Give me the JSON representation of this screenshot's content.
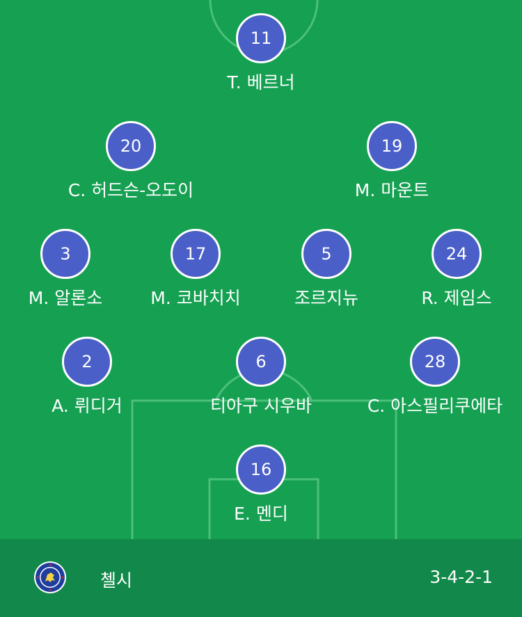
{
  "colors": {
    "pitch": "#15a052",
    "footer": "#12894a",
    "player_circle": "#4a5fc7",
    "line": "#4cc07a"
  },
  "team": {
    "name": "첼시",
    "formation": "3-4-2-1",
    "crest_icon": "chelsea-crest-icon"
  },
  "players": [
    {
      "number": "11",
      "name": "T. 베르너"
    },
    {
      "number": "20",
      "name": "C. 허드슨-오도이"
    },
    {
      "number": "19",
      "name": "M. 마운트"
    },
    {
      "number": "3",
      "name": "M. 알론소"
    },
    {
      "number": "17",
      "name": "M. 코바치치"
    },
    {
      "number": "5",
      "name": "조르지뉴"
    },
    {
      "number": "24",
      "name": "R. 제임스"
    },
    {
      "number": "2",
      "name": "A. 뤼디거"
    },
    {
      "number": "6",
      "name": "티아구 시우바"
    },
    {
      "number": "28",
      "name": "C. 아스필리쿠에타"
    },
    {
      "number": "16",
      "name": "E. 멘디"
    }
  ]
}
